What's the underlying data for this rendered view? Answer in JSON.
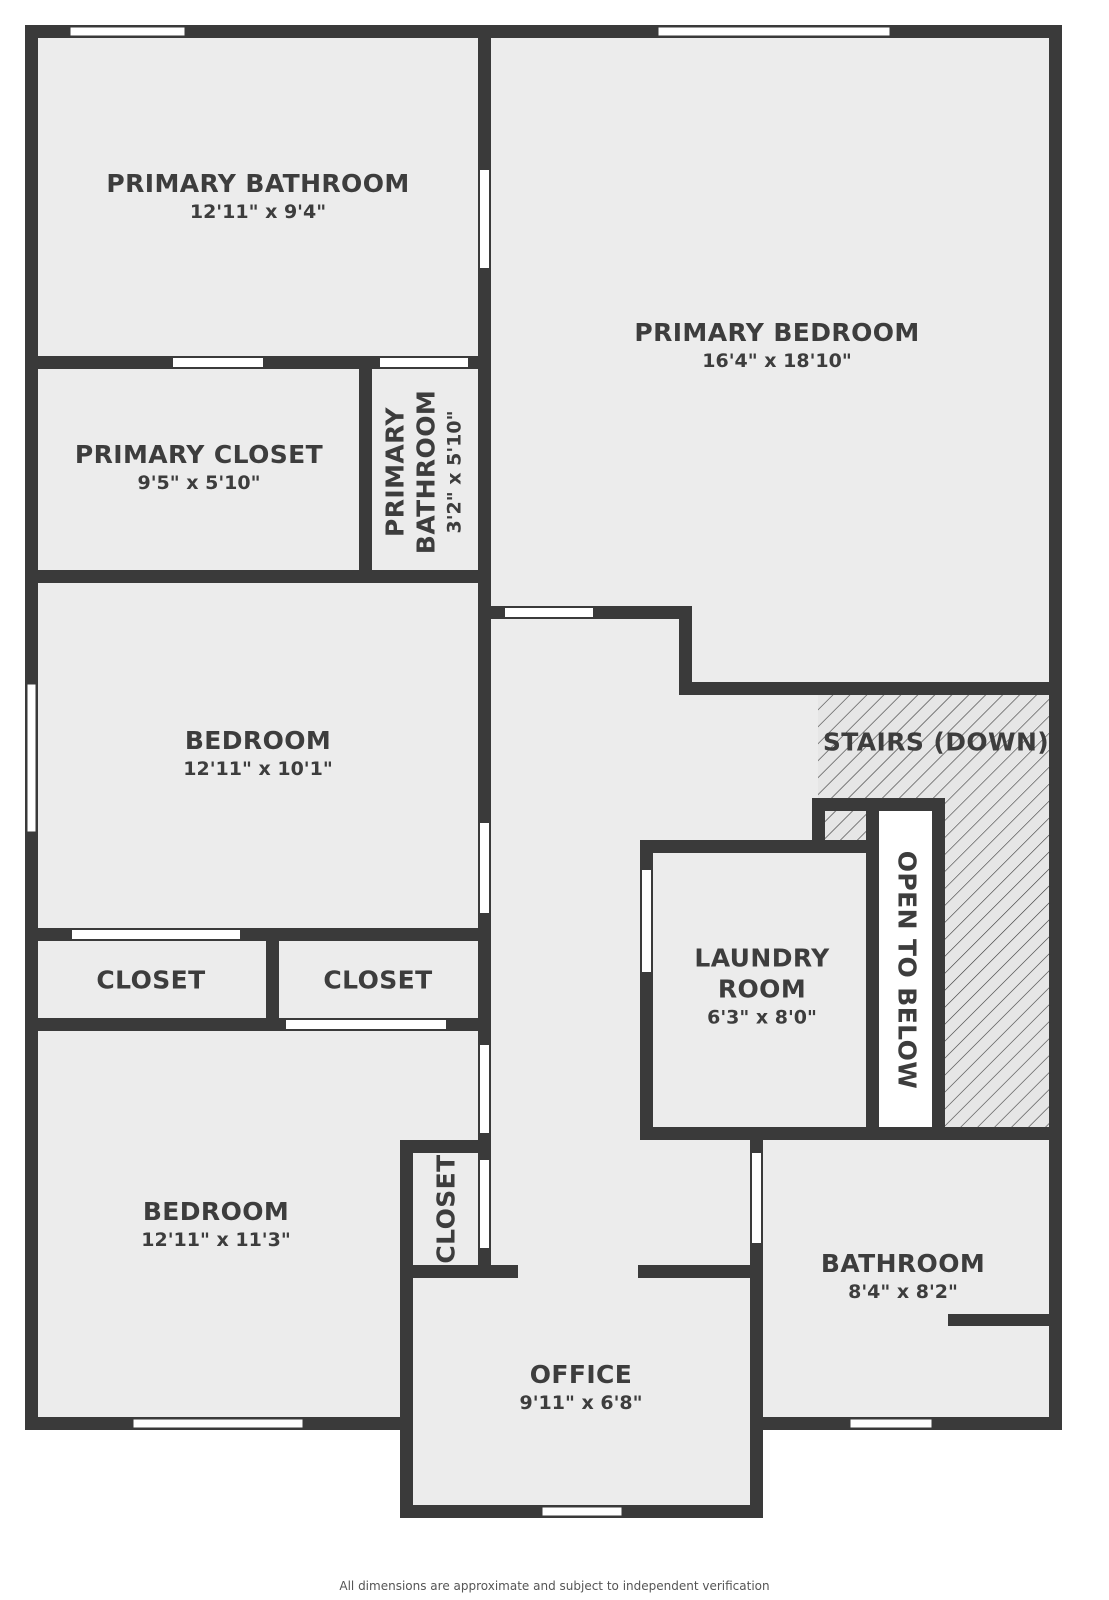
{
  "colors": {
    "floor": "#ececec",
    "wall": "#3a3a3a",
    "window": "#ffffff",
    "label": "#3d3d3d",
    "hatch": "#3a3a3a"
  },
  "rooms": {
    "primary_bathroom": {
      "name": "PRIMARY BATHROOM",
      "dim": "12'11\" x 9'4\""
    },
    "primary_bedroom": {
      "name": "PRIMARY BEDROOM",
      "dim": "16'4\" x 18'10\""
    },
    "primary_closet": {
      "name": "PRIMARY CLOSET",
      "dim": "9'5\" x 5'10\""
    },
    "primary_bathroom_small": {
      "name1": "PRIMARY",
      "name2": "BATHROOM",
      "dim": "3'2\" x 5'10\""
    },
    "bedroom_1": {
      "name": "BEDROOM",
      "dim": "12'11\" x 10'1\""
    },
    "stairs": {
      "name": "STAIRS (DOWN)"
    },
    "open_to_below": {
      "name": "OPEN TO BELOW"
    },
    "closet_1": {
      "name": "CLOSET"
    },
    "closet_2": {
      "name": "CLOSET"
    },
    "laundry": {
      "name1": "LAUNDRY",
      "name2": "ROOM",
      "dim": "6'3\" x 8'0\""
    },
    "bedroom_2": {
      "name": "BEDROOM",
      "dim": "12'11\" x 11'3\""
    },
    "closet_3": {
      "name": "CLOSET"
    },
    "bathroom": {
      "name": "BATHROOM",
      "dim": "8'4\" x 8'2\""
    },
    "office": {
      "name": "OFFICE",
      "dim": "9'11\" x 6'8\""
    }
  },
  "disclaimer": "All dimensions are approximate and subject to independent verification"
}
